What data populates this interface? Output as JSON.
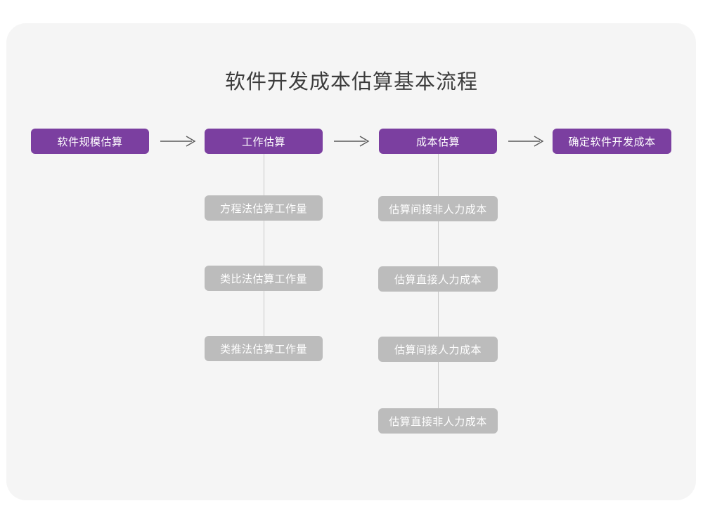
{
  "title": "软件开发成本估算基本流程",
  "theme": {
    "page_background": "#ffffff",
    "card_background": "#f5f5f5",
    "primary_color": "#7b3fa0",
    "secondary_color": "#bcbcbc",
    "connector_color": "#c9c9c9",
    "title_color": "#3c3c3c",
    "node_text_color": "#ffffff"
  },
  "flow": {
    "main_steps": [
      {
        "label": "软件规模估算"
      },
      {
        "label": "工作估算"
      },
      {
        "label": "成本估算"
      },
      {
        "label": "确定软件开发成本"
      }
    ],
    "arrows": [
      {
        "name": "arrow-step1-to-step2",
        "glyph": "arrow-right-icon"
      },
      {
        "name": "arrow-step2-to-step3",
        "glyph": "arrow-right-icon"
      },
      {
        "name": "arrow-step3-to-step4",
        "glyph": "arrow-right-icon"
      }
    ],
    "substeps_work_estimation": [
      {
        "label": "方程法估算工作量"
      },
      {
        "label": "类比法估算工作量"
      },
      {
        "label": "类推法估算工作量"
      }
    ],
    "substeps_cost_estimation": [
      {
        "label": "估算间接非人力成本"
      },
      {
        "label": "估算直接人力成本"
      },
      {
        "label": "估算间接人力成本"
      },
      {
        "label": "估算直接非人力成本"
      }
    ]
  }
}
